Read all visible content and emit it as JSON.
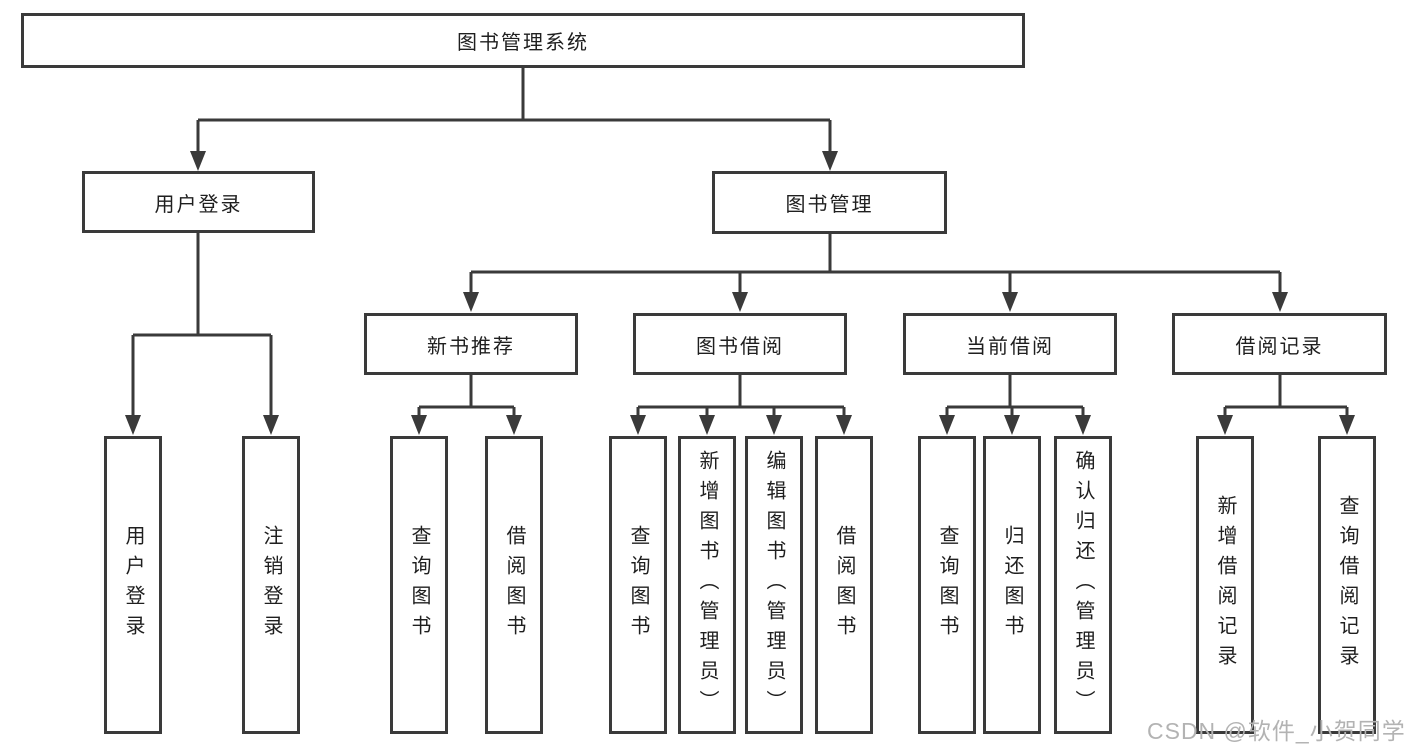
{
  "diagram": {
    "root": {
      "label": "图书管理系统"
    },
    "level2": [
      {
        "label": "用户登录"
      },
      {
        "label": "图书管理"
      }
    ],
    "level3": [
      {
        "label": "新书推荐"
      },
      {
        "label": "图书借阅"
      },
      {
        "label": "当前借阅"
      },
      {
        "label": "借阅记录"
      }
    ],
    "leaves": [
      {
        "label": "用户登录"
      },
      {
        "label": "注销登录"
      },
      {
        "label": "查询图书"
      },
      {
        "label": "借阅图书"
      },
      {
        "label": "查询图书"
      },
      {
        "label": "新增图书（管理员）"
      },
      {
        "label": "编辑图书（管理员）"
      },
      {
        "label": "借阅图书"
      },
      {
        "label": "查询图书"
      },
      {
        "label": "归还图书"
      },
      {
        "label": "确认归还（管理员）"
      },
      {
        "label": "新增借阅记录"
      },
      {
        "label": "查询借阅记录"
      }
    ]
  },
  "watermark": {
    "text": "CSDN @软件_小贺同学"
  },
  "colors": {
    "line": "#3a3a3a",
    "text": "#1f1f1f",
    "watermark": "#b3b3b3",
    "background": "#ffffff"
  }
}
